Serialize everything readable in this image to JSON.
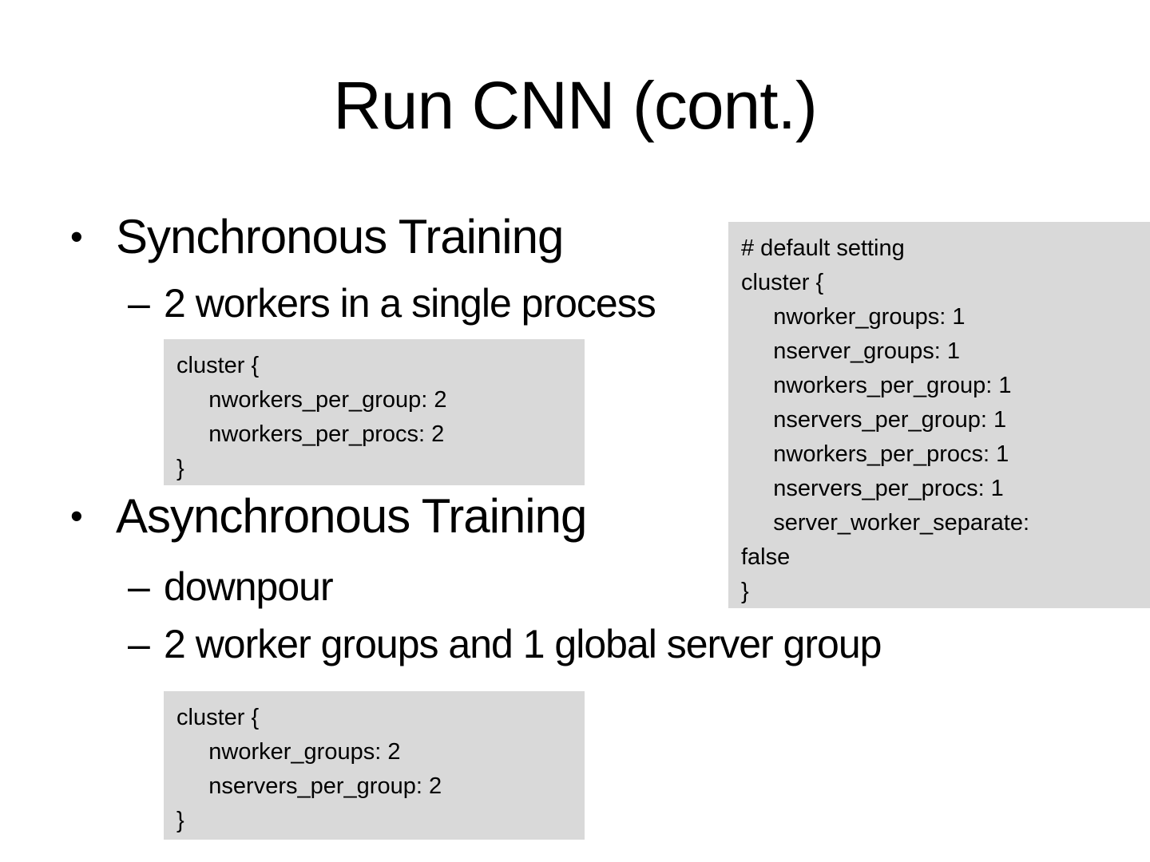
{
  "title": "Run CNN (cont.)",
  "colors": {
    "background": "#ffffff",
    "code_box_background": "#d9d9d9",
    "text": "#000000"
  },
  "bullets": {
    "sync": {
      "marker": "•",
      "label": "Synchronous Training"
    },
    "sync_sub1": {
      "marker": "–",
      "label": "2 workers in a single process"
    },
    "async": {
      "marker": "•",
      "label": "Asynchronous Training"
    },
    "async_sub1": {
      "marker": "–",
      "label": "downpour"
    },
    "async_sub2": {
      "marker": "–",
      "label": "2 worker groups and 1 global server group"
    }
  },
  "code_boxes": {
    "sync_config": "cluster {\n     nworkers_per_group: 2\n     nworkers_per_procs: 2\n}",
    "default_config": "# default setting\ncluster {\n     nworker_groups: 1\n     nserver_groups: 1\n     nworkers_per_group: 1\n     nservers_per_group: 1\n     nworkers_per_procs: 1\n     nservers_per_procs: 1\n     server_worker_separate:\nfalse\n}",
    "async_config": "cluster {\n     nworker_groups: 2\n     nservers_per_group: 2\n}"
  }
}
